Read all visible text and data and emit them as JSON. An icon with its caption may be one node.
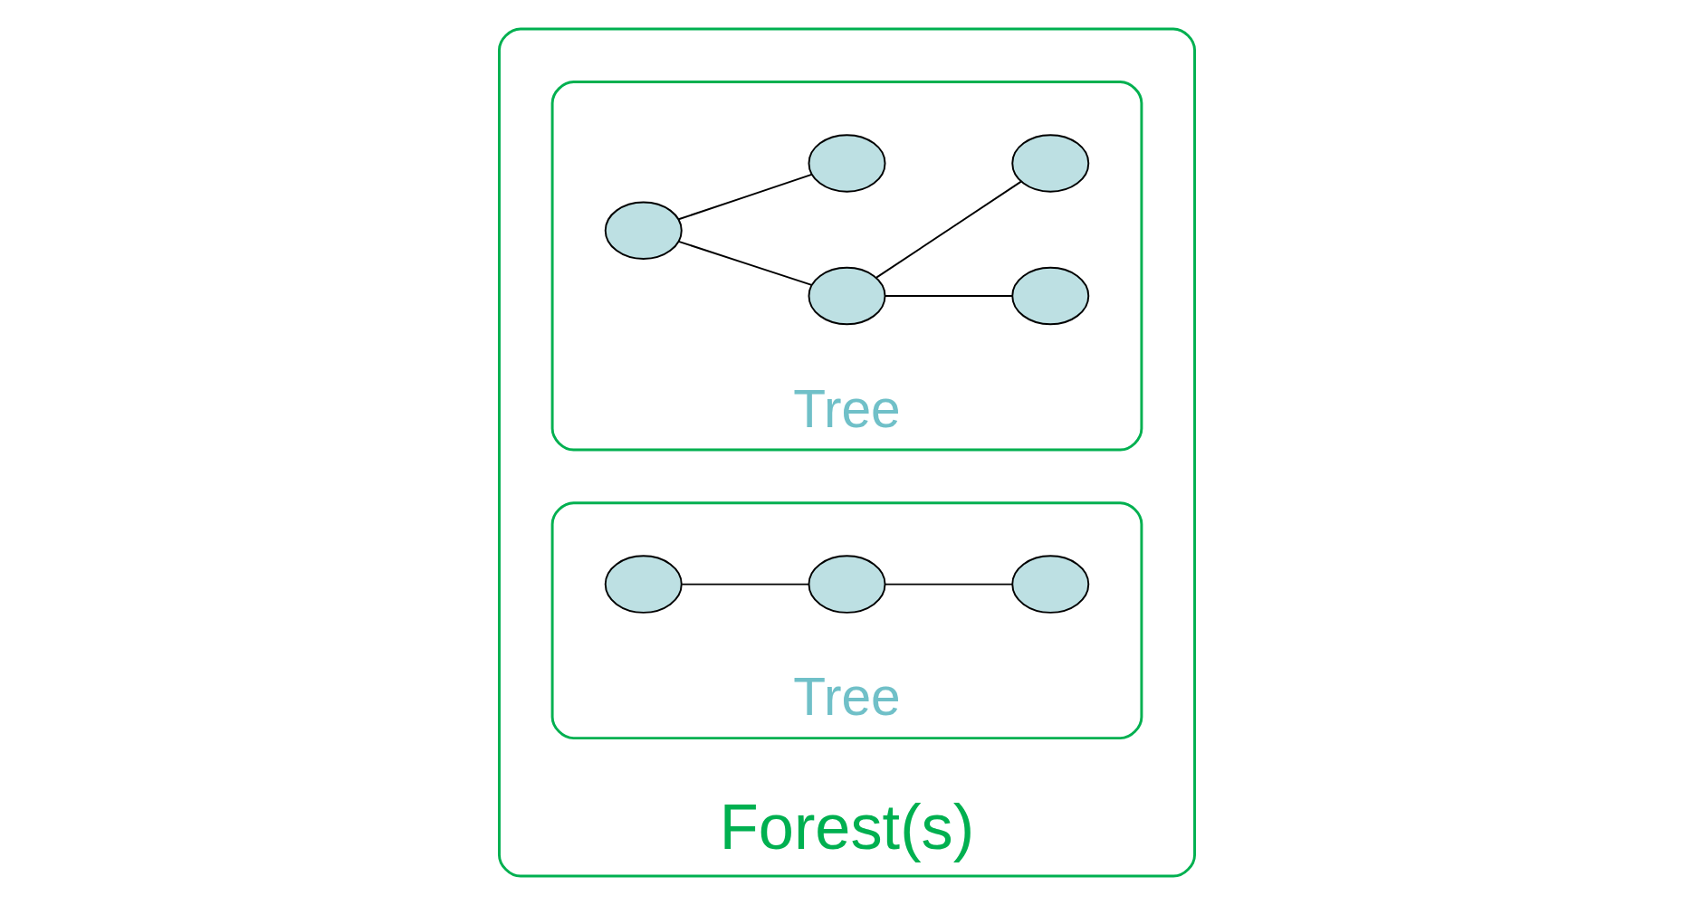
{
  "diagram": {
    "nodes": [
      {
        "text": [
          "Forest(s)"
        ]
      },
      {
        "text": [
          "Tree"
        ],
        "in": 0
      },
      {
        "text": [
          "Tree"
        ],
        "in": 0
      },
      {
        "text": [],
        "shape": "ellipse",
        "in": 1
      },
      {
        "text": [],
        "shape": "ellipse",
        "in": 1
      },
      {
        "text": [],
        "shape": "ellipse",
        "in": 1
      },
      {
        "text": [],
        "shape": "ellipse",
        "in": 1
      },
      {
        "text": [],
        "shape": "ellipse",
        "in": 1
      },
      {
        "text": [],
        "shape": "ellipse",
        "in": 2
      },
      {
        "text": [],
        "shape": "ellipse",
        "in": 2
      },
      {
        "text": [],
        "shape": "ellipse",
        "in": 2
      }
    ],
    "edges": [
      {
        "from": 3,
        "to": 5,
        "arrow": "none"
      },
      {
        "from": 3,
        "to": 6,
        "arrow": "none"
      },
      {
        "from": 5,
        "to": 4,
        "arrow": "none"
      },
      {
        "from": 5,
        "to": 7,
        "arrow": "none"
      },
      {
        "from": 8,
        "to": 9,
        "arrow": "none"
      },
      {
        "from": 9,
        "to": 10,
        "arrow": "none"
      }
    ]
  }
}
